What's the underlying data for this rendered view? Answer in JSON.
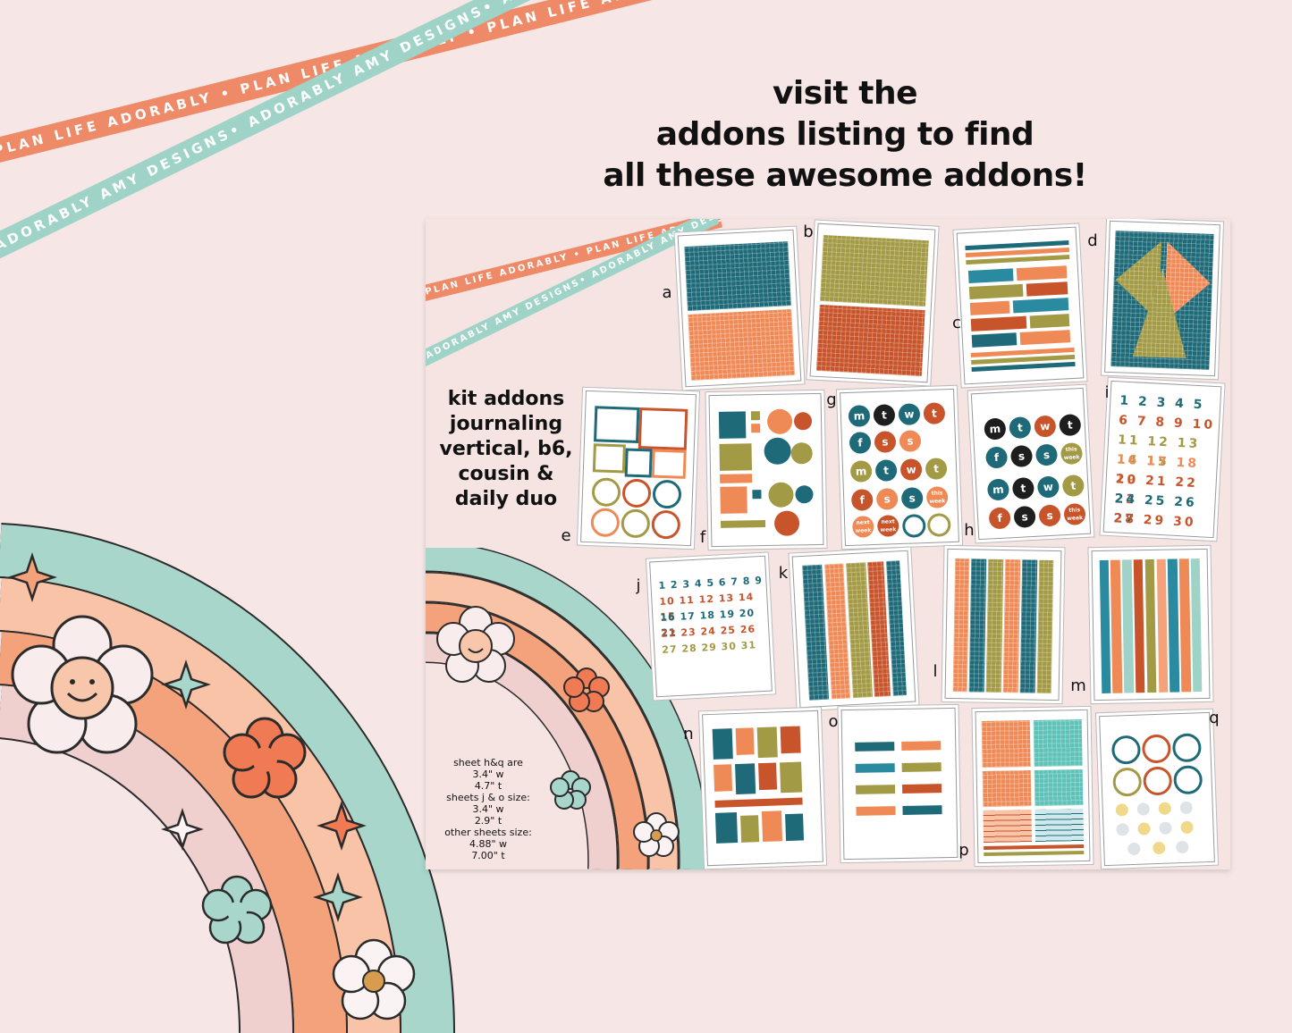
{
  "ribbons": {
    "orange_text": "PLAN LIFE ADORABLY • PLAN LIFE ADORABLY • PLAN LIFE ADORABLY",
    "teal_text": "ADORABLY AMY DESIGNS• ADORABLY AMY DESIGNS• ADORABLY AMY DESIGNS"
  },
  "headline": {
    "line1": "visit the",
    "line2": "addons listing to find",
    "line3": "all these awesome addons!"
  },
  "panel": {
    "ribbon_orange_text": "PLAN LIFE ADORABLY • PLAN LIFE ADORABLY",
    "ribbon_teal_text": "ADORABLY AMY DESIGNS• ADORABLY AMY DESIGNS",
    "kit_title": {
      "line1": "kit addons",
      "line2": "journaling",
      "line3": "vertical, b6,",
      "line4": "cousin &",
      "line5": "daily duo"
    },
    "size_notes": {
      "line1": "sheet h&q are",
      "line2": "3.4\" w",
      "line3": "4.7\" t",
      "line4": "sheets j & o size:",
      "line5": "3.4\" w",
      "line6": "2.9\" t",
      "line7": "other sheets size:",
      "line8": "4.88\" w",
      "line9": "7.00\" t"
    },
    "sheet_letters": [
      "a",
      "b",
      "c",
      "d",
      "e",
      "f",
      "g",
      "h",
      "i",
      "j",
      "k",
      "l",
      "m",
      "n",
      "o",
      "p",
      "q"
    ],
    "day_letters": [
      "m",
      "t",
      "w",
      "t",
      "f",
      "s",
      "s"
    ],
    "day_circle_labels": [
      "this week",
      "next week"
    ],
    "number_rows_i": [
      "1 2 3 4 5",
      "6 7 8 9 10",
      "11 12 13 14 15",
      "16 17 18 19",
      "20 21 22 23",
      "24 25 26 27",
      "28 29 30 31"
    ],
    "number_rows_j": [
      "1 2 3 4 5 6 7 8 9",
      "10 11 12 13 14 15",
      "16 17 18 19 20 21",
      "22 23 24 25 26",
      "27 28 29 30 31"
    ]
  },
  "colors": {
    "background": "#f6e6e6",
    "orange": "#ef8a69",
    "teal": "#9fd3c7",
    "peach": "#f9c3a8",
    "pink": "#f0cfcf",
    "dark_teal": "#1f6a78",
    "olive": "#a39a45",
    "rust": "#c8542c"
  },
  "icons": [
    "flower-icon",
    "smiley-flower-icon",
    "sparkle-star-icon"
  ]
}
